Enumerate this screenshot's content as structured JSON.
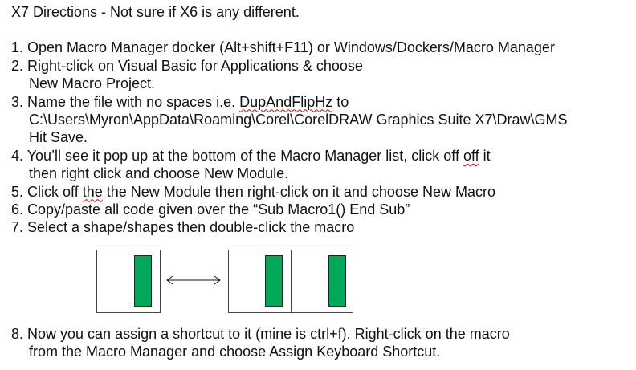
{
  "title": "X7 Directions - Not sure if X6 is any different.",
  "steps": [
    {
      "line1": "1. Open Macro Manager docker (Alt+shift+F11) or Windows/Dockers/Macro Manager"
    },
    {
      "line1": "2. Right-click on Visual Basic for Applications & choose",
      "line2": "New Macro Project."
    },
    {
      "line1_pre": "3. Name the file with no spaces i.e. ",
      "line1_sq": "DupAndFlipHz",
      "line1_post": " to",
      "line2": "C:\\Users\\Myron\\AppData\\Roaming\\Corel\\CorelDRAW Graphics Suite X7\\Draw\\GMS",
      "line3": "Hit Save."
    },
    {
      "line1_pre": "4. You’ll see it pop up at the bottom of the Macro Manager list, click off ",
      "line1_sq": "off",
      "line1_post": " it",
      "line2": "then right click and choose New Module."
    },
    {
      "line1_pre": "5. Click off ",
      "line1_sq": "the",
      "line1_post": " the New Module then right-click on it and choose New Macro"
    },
    {
      "line1": "6. Copy/paste all code given over the “Sub Macro1() End Sub”"
    },
    {
      "line1": "7. Select a shape/shapes then double-click the macro"
    },
    {
      "line1": "8. Now you can assign a shortcut to it (mine is ctrl+f). Right-click on the macro",
      "line2": "from the Macro Manager and choose Assign Keyboard Shortcut."
    }
  ],
  "colors": {
    "shape_fill": "#00a859",
    "spellcheck_underline": "#d40000"
  }
}
